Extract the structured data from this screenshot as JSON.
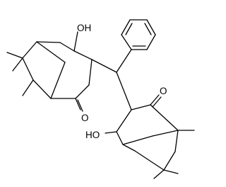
{
  "labels": {
    "oh_top": "OH",
    "o_left": "O",
    "o_right": "O",
    "oh_bottom": "HO"
  }
}
